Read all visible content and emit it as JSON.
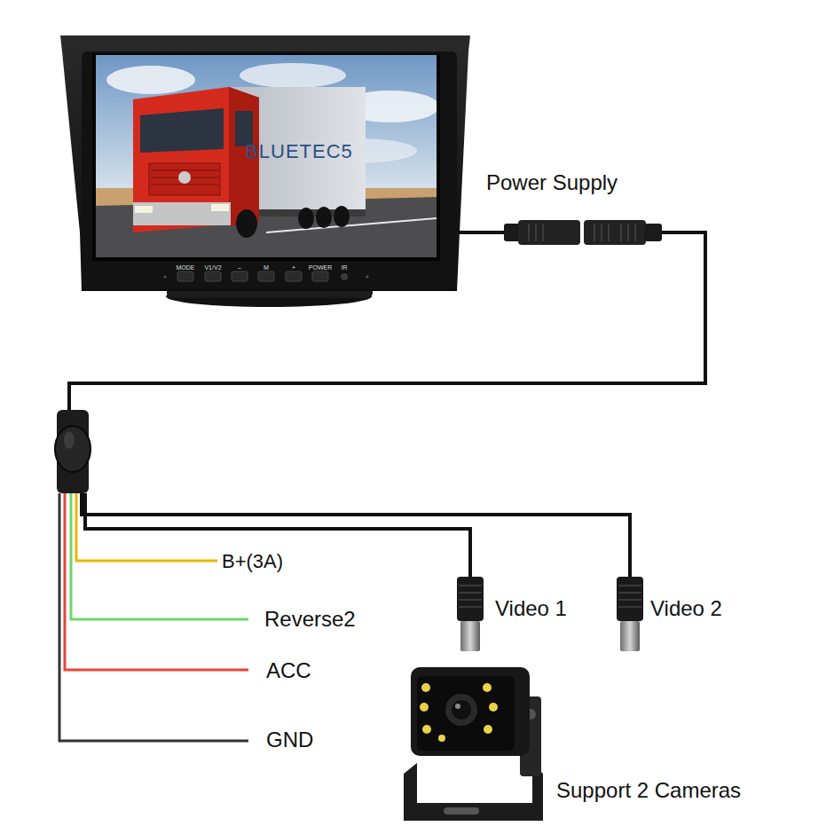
{
  "diagram": {
    "labels": [
      "BLUETEC5",
      "MODE",
      "V1/V2",
      "–",
      "M",
      "+",
      "POWER",
      "IR",
      "Power Supply",
      "B+(3A)",
      "Reverse2",
      "ACC",
      "GND",
      "Video 1",
      "Video 2",
      "Support 2 Cameras"
    ]
  }
}
